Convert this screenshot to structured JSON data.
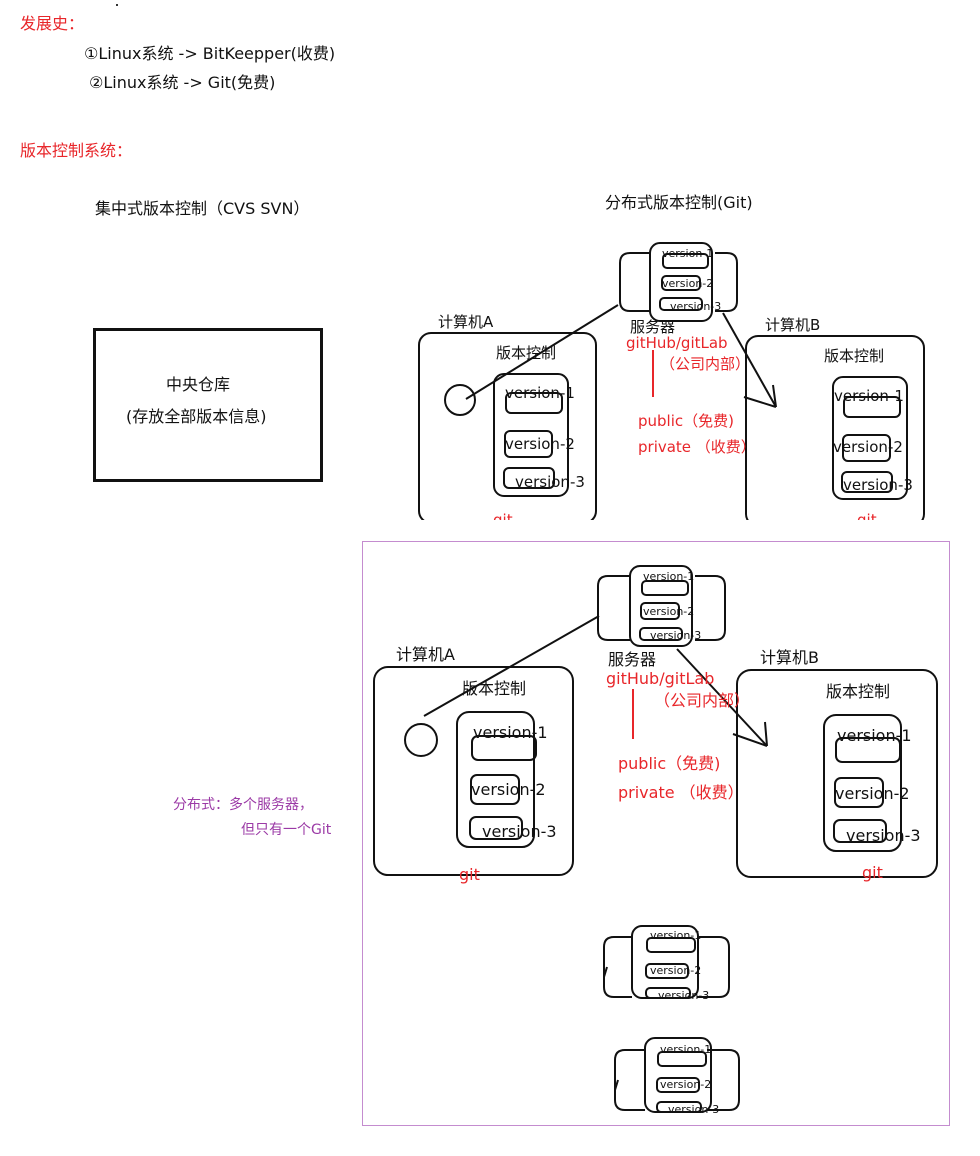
{
  "history": {
    "heading": "发展史：",
    "items": [
      "①Linux系统  -> BitKeepper(收费)",
      "②Linux系统  -> Git(免费)"
    ]
  },
  "vcs": {
    "heading": "版本控制系统：",
    "centralized": {
      "title": "集中式版本控制（CVS SVN）",
      "box_line1": "中央仓库",
      "box_line2": "(存放全部版本信息)"
    },
    "distributed": {
      "title": "分布式版本控制(Git)"
    }
  },
  "diagram": {
    "server_label": "服务器",
    "server_hosts": "gitHub/gitLab",
    "server_internal": "（公司内部）",
    "public_label": "public（免费)",
    "private_label": "private （收费）",
    "computer_a": "计算机A",
    "computer_b": "计算机B",
    "vc_label": "版本控制",
    "versions": [
      "version-1",
      "version-2",
      "version-3"
    ],
    "git_label": "git"
  },
  "note": {
    "line1": "分布式：多个服务器，",
    "line2": "但只有一个Git"
  },
  "colors": {
    "red": "#e8262a",
    "purple": "#9b3aa6",
    "frame": "#c48ccf"
  }
}
